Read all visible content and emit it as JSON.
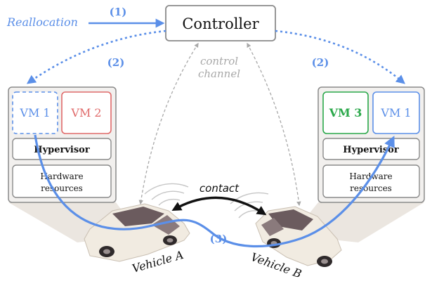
{
  "trigger_label": "Reallocation",
  "steps": {
    "step1": "(1)",
    "step2_left": "(2)",
    "step2_right": "(2)",
    "step3": "(3)"
  },
  "controller": {
    "label": "Controller"
  },
  "control_channel": {
    "line1": "control",
    "line2": "channel"
  },
  "contact_label": "contact",
  "host_a": {
    "vm_moving": "VM 1",
    "vm_resident": "VM 2",
    "hypervisor": "Hypervisor",
    "hardware_line1": "Hardware",
    "hardware_line2": "resources"
  },
  "host_b": {
    "vm_resident": "VM 3",
    "vm_moving": "VM 1",
    "hypervisor": "Hypervisor",
    "hardware_line1": "Hardware",
    "hardware_line2": "resources"
  },
  "vehicles": {
    "a": "Vehicle A",
    "b": "Vehicle B"
  },
  "colors": {
    "migration_blue": "#5b8fe8",
    "vm2_red": "#e06a6a",
    "vm3_green": "#2aa84a",
    "channel_gray": "#a8a8a8",
    "panel_border": "#8a8a8a"
  }
}
